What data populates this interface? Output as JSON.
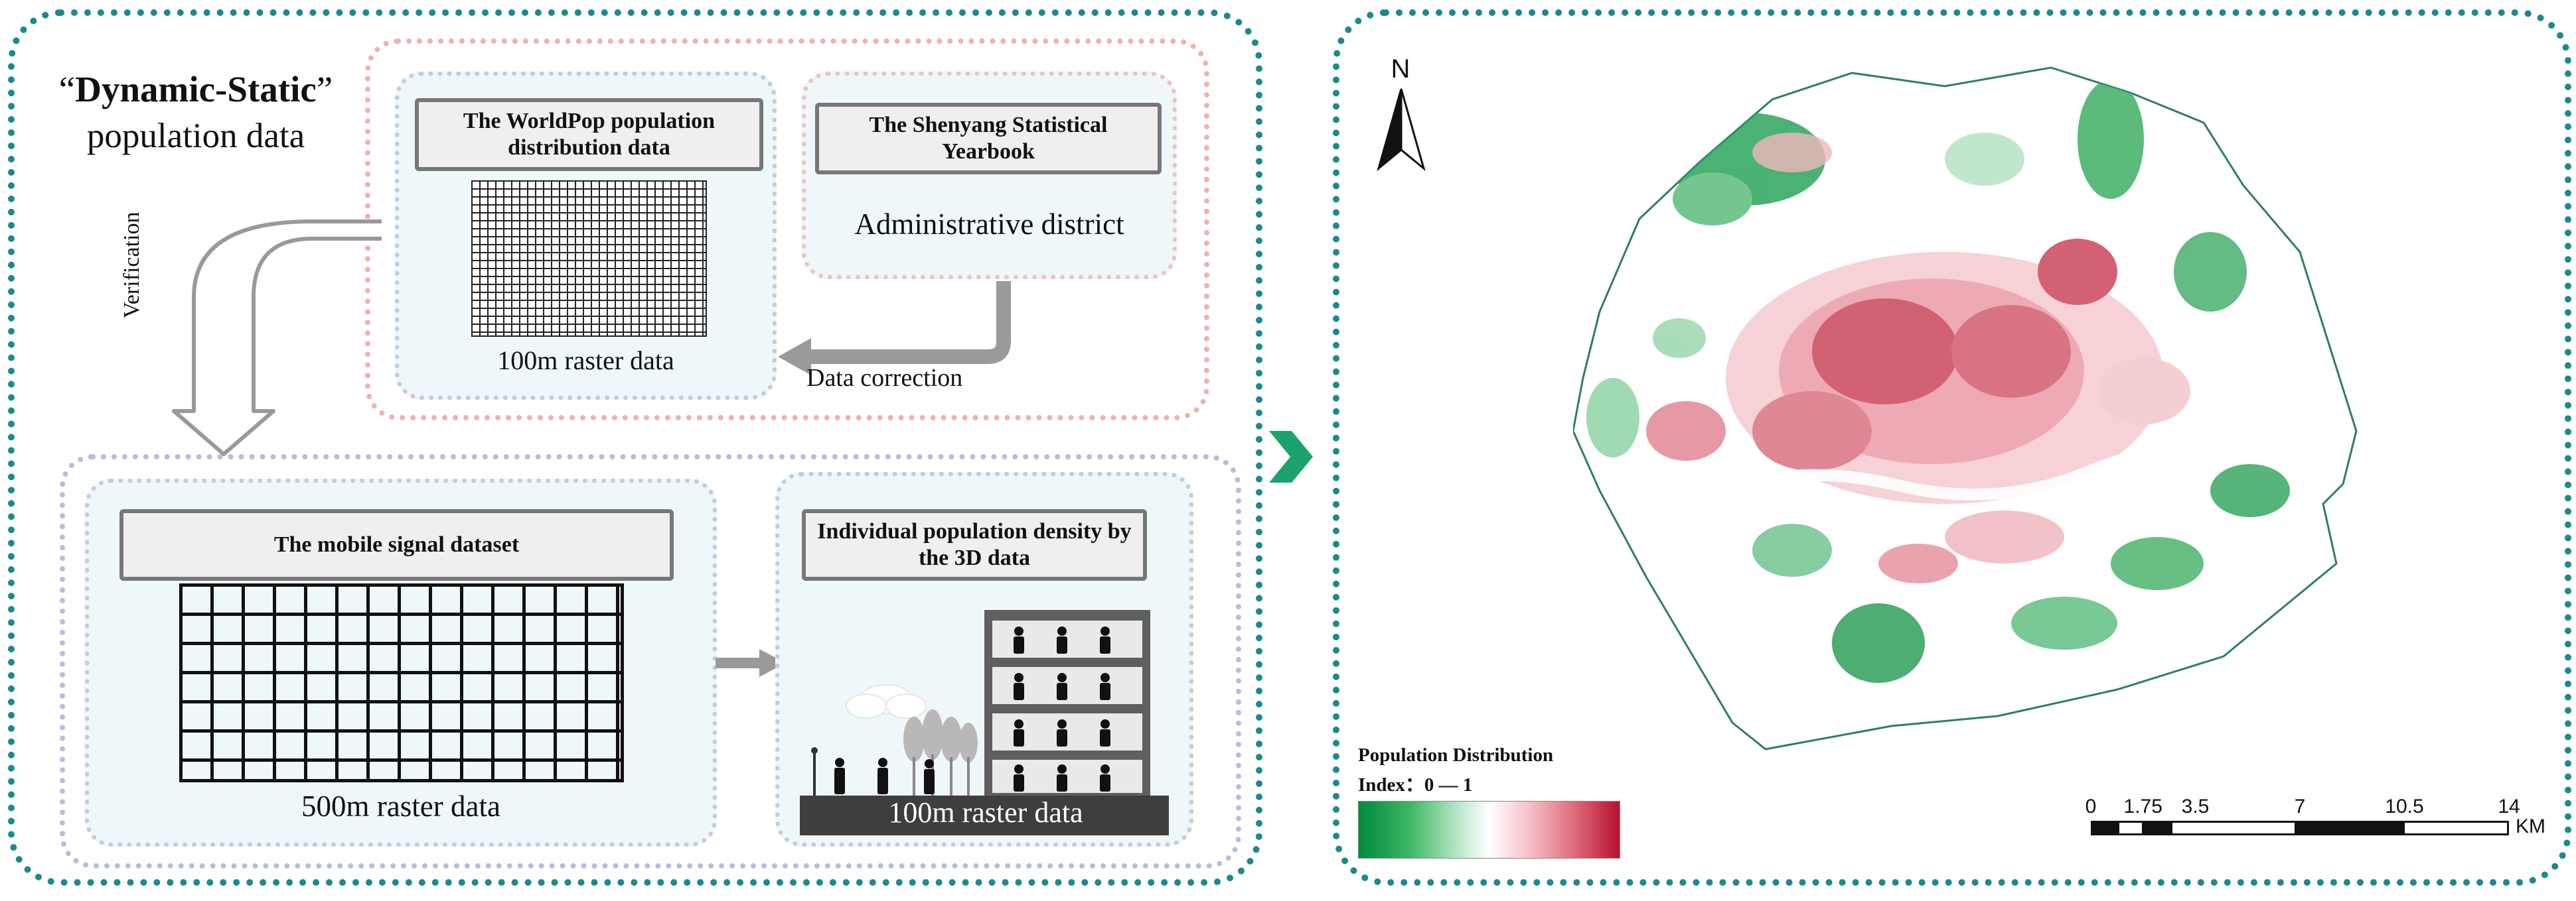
{
  "left": {
    "quote_open": "“",
    "heading_bold": "Dynamic-Static",
    "quote_close": "”",
    "heading_sub": "population data",
    "worldpop": {
      "title": "The WorldPop population distribution data",
      "raster_label": "100m raster data"
    },
    "yearbook": {
      "title": "The Shenyang Statistical Yearbook",
      "body": "Administrative district"
    },
    "data_correction": "Data correction",
    "verification": "Verification",
    "mobile": {
      "title": "The mobile signal dataset",
      "raster_label": "500m raster data"
    },
    "individual": {
      "title": "Individual population density by the 3D data",
      "raster_label": "100m raster data"
    }
  },
  "right": {
    "north": "N",
    "legend": {
      "title": "Population Distribution",
      "index": "Index：0 — 1",
      "low_color": "#008a3e",
      "high_color": "#b8102e"
    },
    "scale": {
      "ticks": [
        "0",
        "1.75",
        "3.5",
        "7",
        "10.5",
        "14"
      ],
      "unit": "KM"
    }
  },
  "colors": {
    "teal_frame": "#1a8a8f",
    "arrow_green": "#1aa36a",
    "panel_bg": "#eef8fb"
  }
}
